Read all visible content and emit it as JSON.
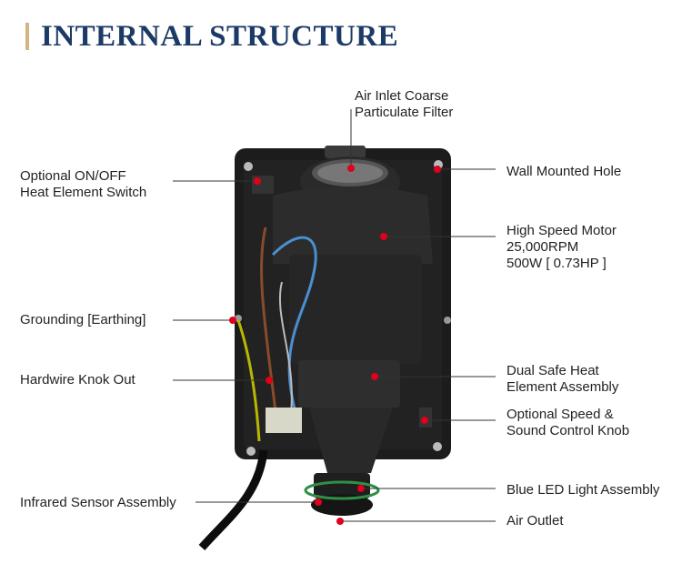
{
  "header": {
    "title": "INTERNAL STRUCTURE",
    "accent_color": "#d4b483",
    "title_color": "#1b3a66"
  },
  "colors": {
    "marker": "#e0001b",
    "leader": "#333333",
    "device": "#1c1c1c"
  },
  "labels": {
    "air_inlet": "Air Inlet Coarse\nParticulate Filter",
    "switch": "Optional ON/OFF\nHeat Element Switch",
    "wall_hole": "Wall Mounted Hole",
    "motor": "High Speed Motor\n25,000RPM\n500W [ 0.73HP ]",
    "grounding": "Grounding [Earthing]",
    "hardwire": "Hardwire Knok Out",
    "heat_element": "Dual Safe Heat\nElement Assembly",
    "speed_knob": "Optional Speed &\nSound Control Knob",
    "led": "Blue LED Light Assembly",
    "infrared": "Infrared Sensor Assembly",
    "air_outlet": "Air Outlet"
  }
}
